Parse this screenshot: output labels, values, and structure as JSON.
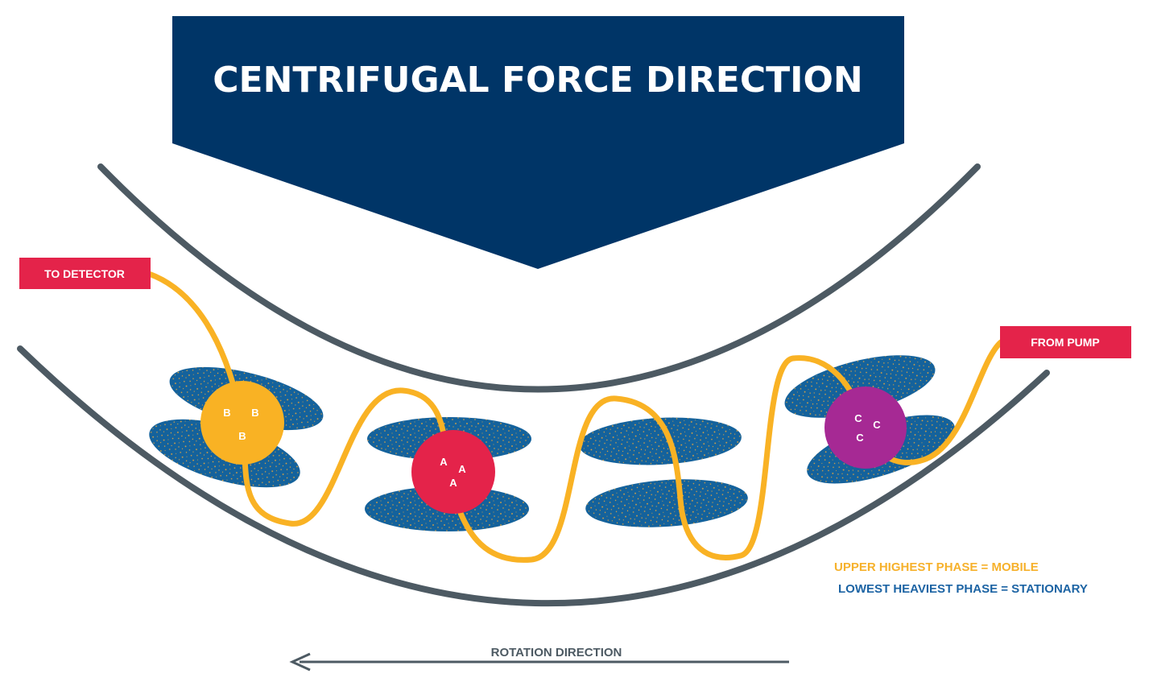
{
  "title": "CENTRIFUGAL FORCE DIRECTION",
  "labels": {
    "to_detector": "TO DETECTOR",
    "from_pump": "FROM PUMP"
  },
  "legend": {
    "mobile": "UPPER  HIGHEST PHASE = MOBILE",
    "stationary": "LOWEST HEAVIEST PHASE = STATIONARY"
  },
  "rotation": "ROTATION DIRECTION",
  "balls": {
    "b": "B",
    "a": "A",
    "c": "C"
  },
  "colors": {
    "navy": "#003567",
    "gray": "#4d5a63",
    "red": "#e4234a",
    "yellow": "#f9b224",
    "purple": "#a62994",
    "blue": "#14629c",
    "orange_dot": "#e8a53b",
    "legend_yellow": "#f6b12b",
    "legend_blue": "#1d64a4"
  }
}
